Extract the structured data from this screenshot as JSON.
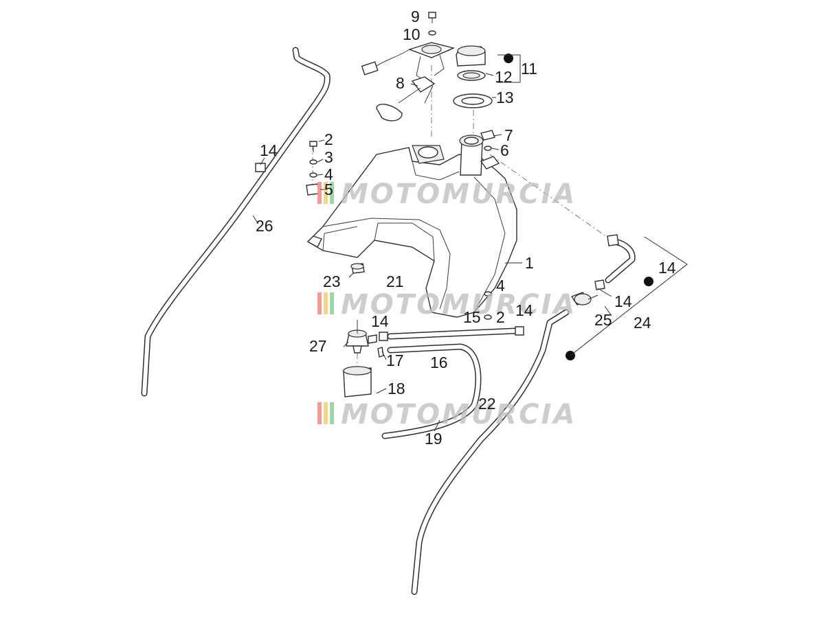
{
  "watermark": {
    "text": "MOTOMURCIA",
    "stripe_colors": [
      "#f29a9a",
      "#f6d38a",
      "#9fd6a4"
    ]
  },
  "callouts": {
    "c1": "1",
    "c2a": "2",
    "c2b": "2",
    "c3": "3",
    "c4a": "4",
    "c4b": "4",
    "c5": "5",
    "c6": "6",
    "c7": "7",
    "c8": "8",
    "c9": "9",
    "c10": "10",
    "c11": "11",
    "c12": "12",
    "c13": "13",
    "c14a": "14",
    "c14b": "14",
    "c14c": "14",
    "c14d": "14",
    "c14e": "14",
    "c15": "15",
    "c16": "16",
    "c17": "17",
    "c18": "18",
    "c19": "19",
    "c21": "21",
    "c22": "22",
    "c23": "23",
    "c24": "24",
    "c25": "25",
    "c26": "26",
    "c27": "27"
  }
}
